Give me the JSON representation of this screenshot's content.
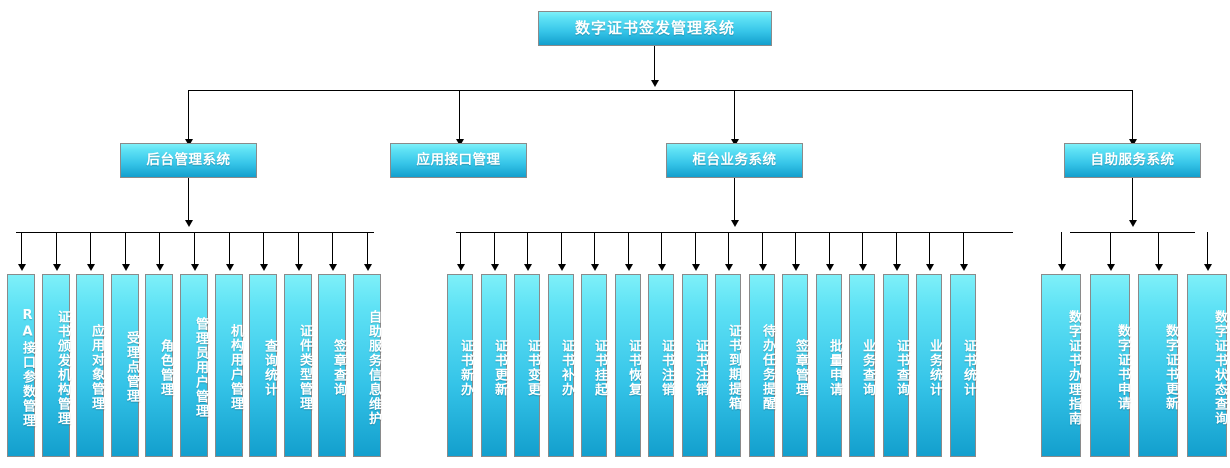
{
  "diagram": {
    "title": "数字证书签发管理系统",
    "type": "organizational-tree",
    "colors": {
      "box_gradient_top": "#7ef0f9",
      "box_gradient_bottom": "#139fcd",
      "box_border": "#8a8a8a",
      "connector": "#000000",
      "text": "#ffffff",
      "background": "#ffffff"
    },
    "root": {
      "label": "数字证书签发管理系统"
    },
    "branches": [
      {
        "label": "后台管理系统",
        "children": [
          "RA接口参数管理",
          "证书颁发机构管理",
          "应用对象管理",
          "受理点管理",
          "角色管理",
          "管理员用户管理",
          "机构用户管理",
          "查询统计",
          "证件类型管理",
          "签章查询",
          "自助服务信息维护"
        ]
      },
      {
        "label": "应用接口管理",
        "children": []
      },
      {
        "label": "柜台业务系统",
        "children": [
          "证书新办",
          "证书更新",
          "证书变更",
          "证书补办",
          "证书挂起",
          "证书恢复",
          "证书注销",
          "证书注销",
          "证书到期提箱",
          "待办任务提醒",
          "签章管理",
          "批量申请",
          "业务查询",
          "证书查询",
          "业务统计",
          "证书统计"
        ]
      },
      {
        "label": "自助服务系统",
        "children": [
          "数字证书办理指南",
          "数字证书申请",
          "数字证书更新",
          "数字证书状态查询"
        ]
      }
    ]
  }
}
